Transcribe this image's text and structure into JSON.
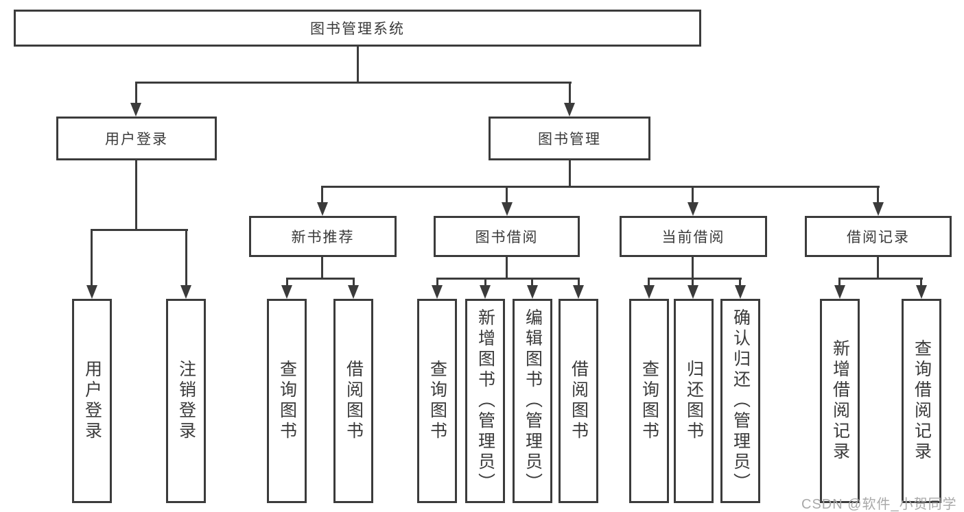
{
  "colors": {
    "line": "#3b3b3b",
    "text": "#3a3a3a",
    "watermark": "#a9a9a9",
    "background": "#ffffff"
  },
  "diagram": {
    "root": {
      "label": "图书管理系统"
    },
    "level2": [
      {
        "label": "用户登录"
      },
      {
        "label": "图书管理"
      }
    ],
    "level3": [
      {
        "label": "新书推荐"
      },
      {
        "label": "图书借阅"
      },
      {
        "label": "当前借阅"
      },
      {
        "label": "借阅记录"
      }
    ],
    "leaves": {
      "user_login": [
        "用户登录",
        "注销登录"
      ],
      "new_book_recommend": [
        "查询图书",
        "借阅图书"
      ],
      "book_borrow": [
        "查询图书",
        "新增图书（管理员）",
        "编辑图书（管理员）",
        "借阅图书"
      ],
      "current_borrow": [
        "查询图书",
        "归还图书",
        "确认归还（管理员）"
      ],
      "borrow_record": [
        "新增借阅记录",
        "查询借阅记录"
      ]
    }
  },
  "watermark": {
    "text": "CSDN @软件_小贺同学"
  }
}
